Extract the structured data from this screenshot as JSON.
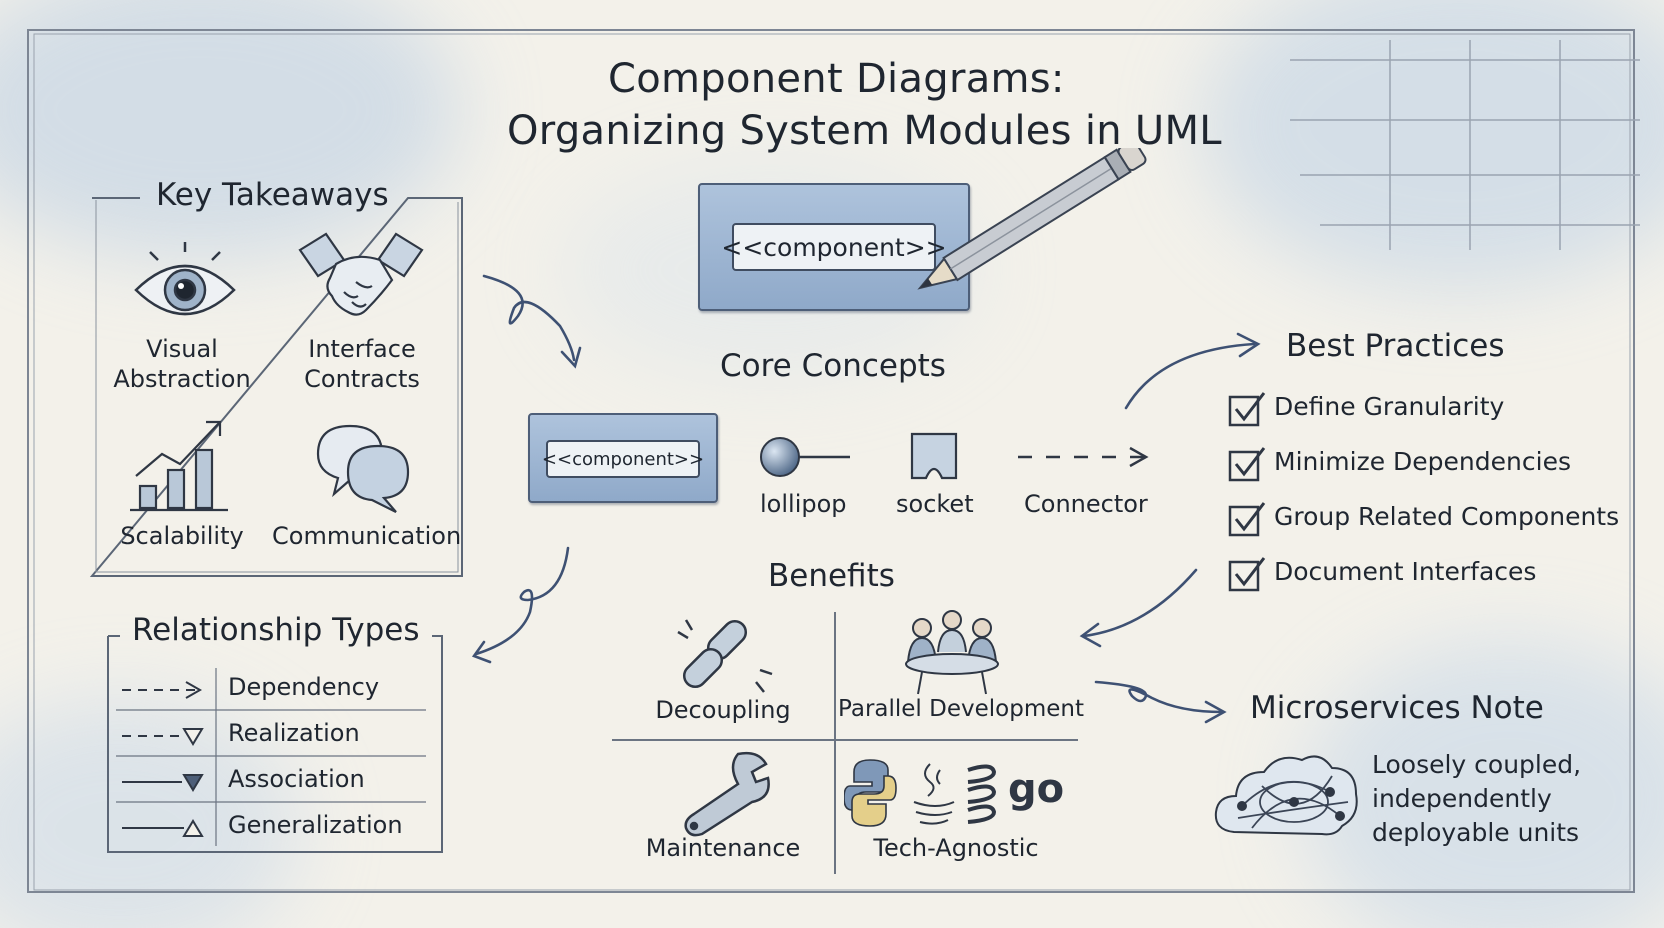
{
  "title": {
    "line1": "Component Diagrams:",
    "line2": "Organizing System Modules in UML"
  },
  "hero": {
    "stereotype": "<<component>>"
  },
  "key_takeaways": {
    "heading": "Key Takeaways",
    "items": [
      {
        "label_line1": "Visual",
        "label_line2": "Abstraction",
        "icon": "eye-icon"
      },
      {
        "label_line1": "Interface",
        "label_line2": "Contracts",
        "icon": "handshake-icon"
      },
      {
        "label_line1": "Scalability",
        "label_line2": "",
        "icon": "growth-chart-icon"
      },
      {
        "label_line1": "Communication",
        "label_line2": "",
        "icon": "speech-bubbles-icon"
      }
    ]
  },
  "core_concepts": {
    "heading": "Core Concepts",
    "stereotype": "<<component>>",
    "lollipop": "lollipop",
    "socket": "socket",
    "connector": "Connector"
  },
  "relationship_types": {
    "heading": "Relationship Types",
    "rows": [
      {
        "label": "Dependency",
        "symbol": "dashed-open-arrow"
      },
      {
        "label": "Realization",
        "symbol": "dashed-hollow-triangle"
      },
      {
        "label": "Association",
        "symbol": "solid-filled-triangle"
      },
      {
        "label": "Generalization",
        "symbol": "solid-hollow-triangle"
      }
    ]
  },
  "benefits": {
    "heading": "Benefits",
    "cells": [
      {
        "label": "Decoupling",
        "icon": "broken-chain-icon"
      },
      {
        "label": "Parallel Development",
        "icon": "team-meeting-icon"
      },
      {
        "label": "Maintenance",
        "icon": "wrench-icon"
      },
      {
        "label": "Tech-Agnostic",
        "icon": "tech-logos-icon",
        "go_text": "go"
      }
    ]
  },
  "best_practices": {
    "heading": "Best Practices",
    "items": [
      "Define Granularity",
      "Minimize Dependencies",
      "Group Related Components",
      "Document Interfaces"
    ]
  },
  "microservices": {
    "heading": "Microservices Note",
    "lines": [
      "Loosely coupled,",
      "independently",
      "deployable units"
    ],
    "icon": "cloud-network-icon"
  },
  "colors": {
    "ink": "#1f2630",
    "component_fill": "#9fb6d3",
    "watercolor": "#b9cde3",
    "paper": "#f3f1ea"
  }
}
